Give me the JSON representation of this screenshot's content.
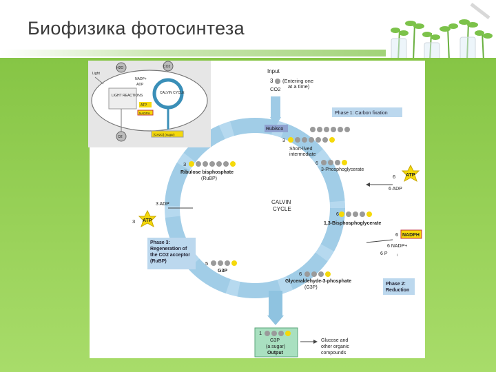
{
  "slide": {
    "title": "Биофизика фотосинтеза"
  },
  "inset": {
    "h2o": "H2O",
    "co2": "CO2",
    "light": "Light",
    "nadp": "NADP+",
    "adp": "ADP",
    "light_reactions": "LIGHT REACTIONS",
    "calvin": "CALVIN CYCLE",
    "atp": "ATP",
    "nadph": "NADPH",
    "o2": "O2",
    "sugar": "[CH2O] (sugar)"
  },
  "diagram": {
    "input_label": "Input",
    "input_count": "3",
    "entering_line1": "(Entering one",
    "entering_line2": "at a time)",
    "co2": "CO2",
    "phase1": "Phase 1: Carbon fixation",
    "rubisco": "Rubisco",
    "short_count": "3",
    "short_lived_line1": "Short-lived",
    "short_lived_line2": "intermediate",
    "rubp_count": "3",
    "rubp_line1": "Ribulose bisphosphate",
    "rubp_line2": "(RuBP)",
    "pga_count": "6",
    "pga_label": "3-Phosphoglycerate",
    "atp6": "6",
    "atp": "ATP",
    "adp6": "6 ADP",
    "adp3": "3 ADP",
    "atp3": "3",
    "calvin_line1": "CALVIN",
    "calvin_line2": "CYCLE",
    "bpg_count": "6",
    "bpg_label": "1,3-Bisphosphoglycerate",
    "nadph_count": "6",
    "nadph": "NADPH",
    "nadp6": "6 NADP+",
    "pi6": "6 P",
    "pi_sub": "i",
    "phase3_line1": "Phase 3:",
    "phase3_line2": "Regeneration of",
    "phase3_line3": "the CO2 acceptor",
    "phase3_line4": "(RuBP)",
    "g3p5_count": "5",
    "g3p5_label": "G3P",
    "g3p6_count": "6",
    "g3p6_label_line1": "Glyceraldehyde-3-phosphate",
    "g3p6_label_line2": "(G3P)",
    "phase2_line1": "Phase 2:",
    "phase2_line2": "Reduction",
    "out_count": "1",
    "out_line1": "G3P",
    "out_line2": "(a sugar)",
    "out_line3": "Output",
    "glucose_line1": "Glucose and",
    "glucose_line2": "other organic",
    "glucose_line3": "compounds",
    "p_symbol": "P"
  },
  "colors": {
    "accent_green": "#86c545",
    "arrow_blue": "#8fc3e0",
    "box_blue": "#bcd8ee",
    "atp_yellow": "#f5d90a",
    "output_green": "#a9e0c0"
  }
}
